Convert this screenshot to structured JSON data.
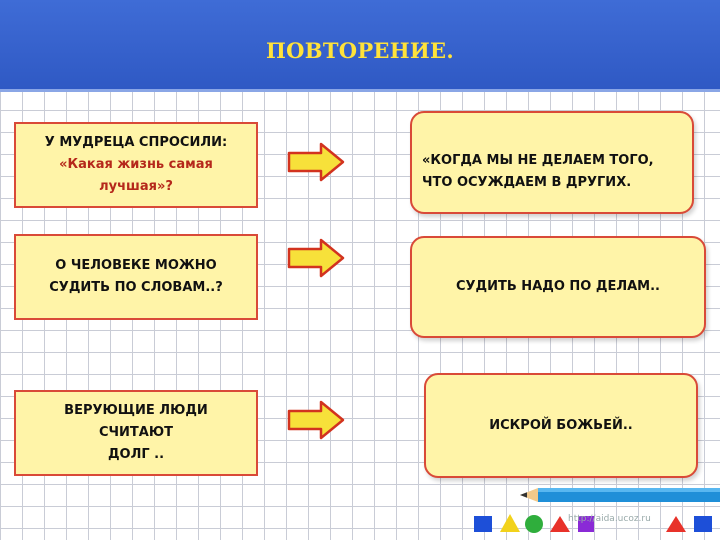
{
  "title": "ПОВТОРЕНИЕ.",
  "rows": [
    {
      "question_line1": "У МУДРЕЦА СПРОСИЛИ:",
      "question_line2": "«Какая жизнь  самая",
      "question_line3": "лучшая»?",
      "answer_line1": "«КОГДА МЫ  НЕ ДЕЛАЕМ ТОГО,",
      "answer_line2": "ЧТО ОСУЖДАЕМ  В ДРУГИХ."
    },
    {
      "question_line1": "О  ЧЕЛОВЕКЕ МОЖНО",
      "question_line2": "СУДИТЬ  ПО СЛОВАМ..?",
      "answer_line1": "СУДИТЬ НАДО ПО ДЕЛАМ.."
    },
    {
      "question_line1": "ВЕРУЮЩИЕ ЛЮДИ СЧИТАЮТ",
      "question_line2": "ДОЛГ ..",
      "answer_line1": "ИСКРОЙ БОЖЬЕЙ.."
    }
  ],
  "watermark": "http://aida.ucoz.ru",
  "colors": {
    "header": "#3f6cd6",
    "title": "#ffe23a",
    "box_fill": "#fff4a8",
    "box_border": "#d94a38",
    "arrow_fill": "#f7e13a",
    "arrow_stroke": "#d2331f"
  }
}
